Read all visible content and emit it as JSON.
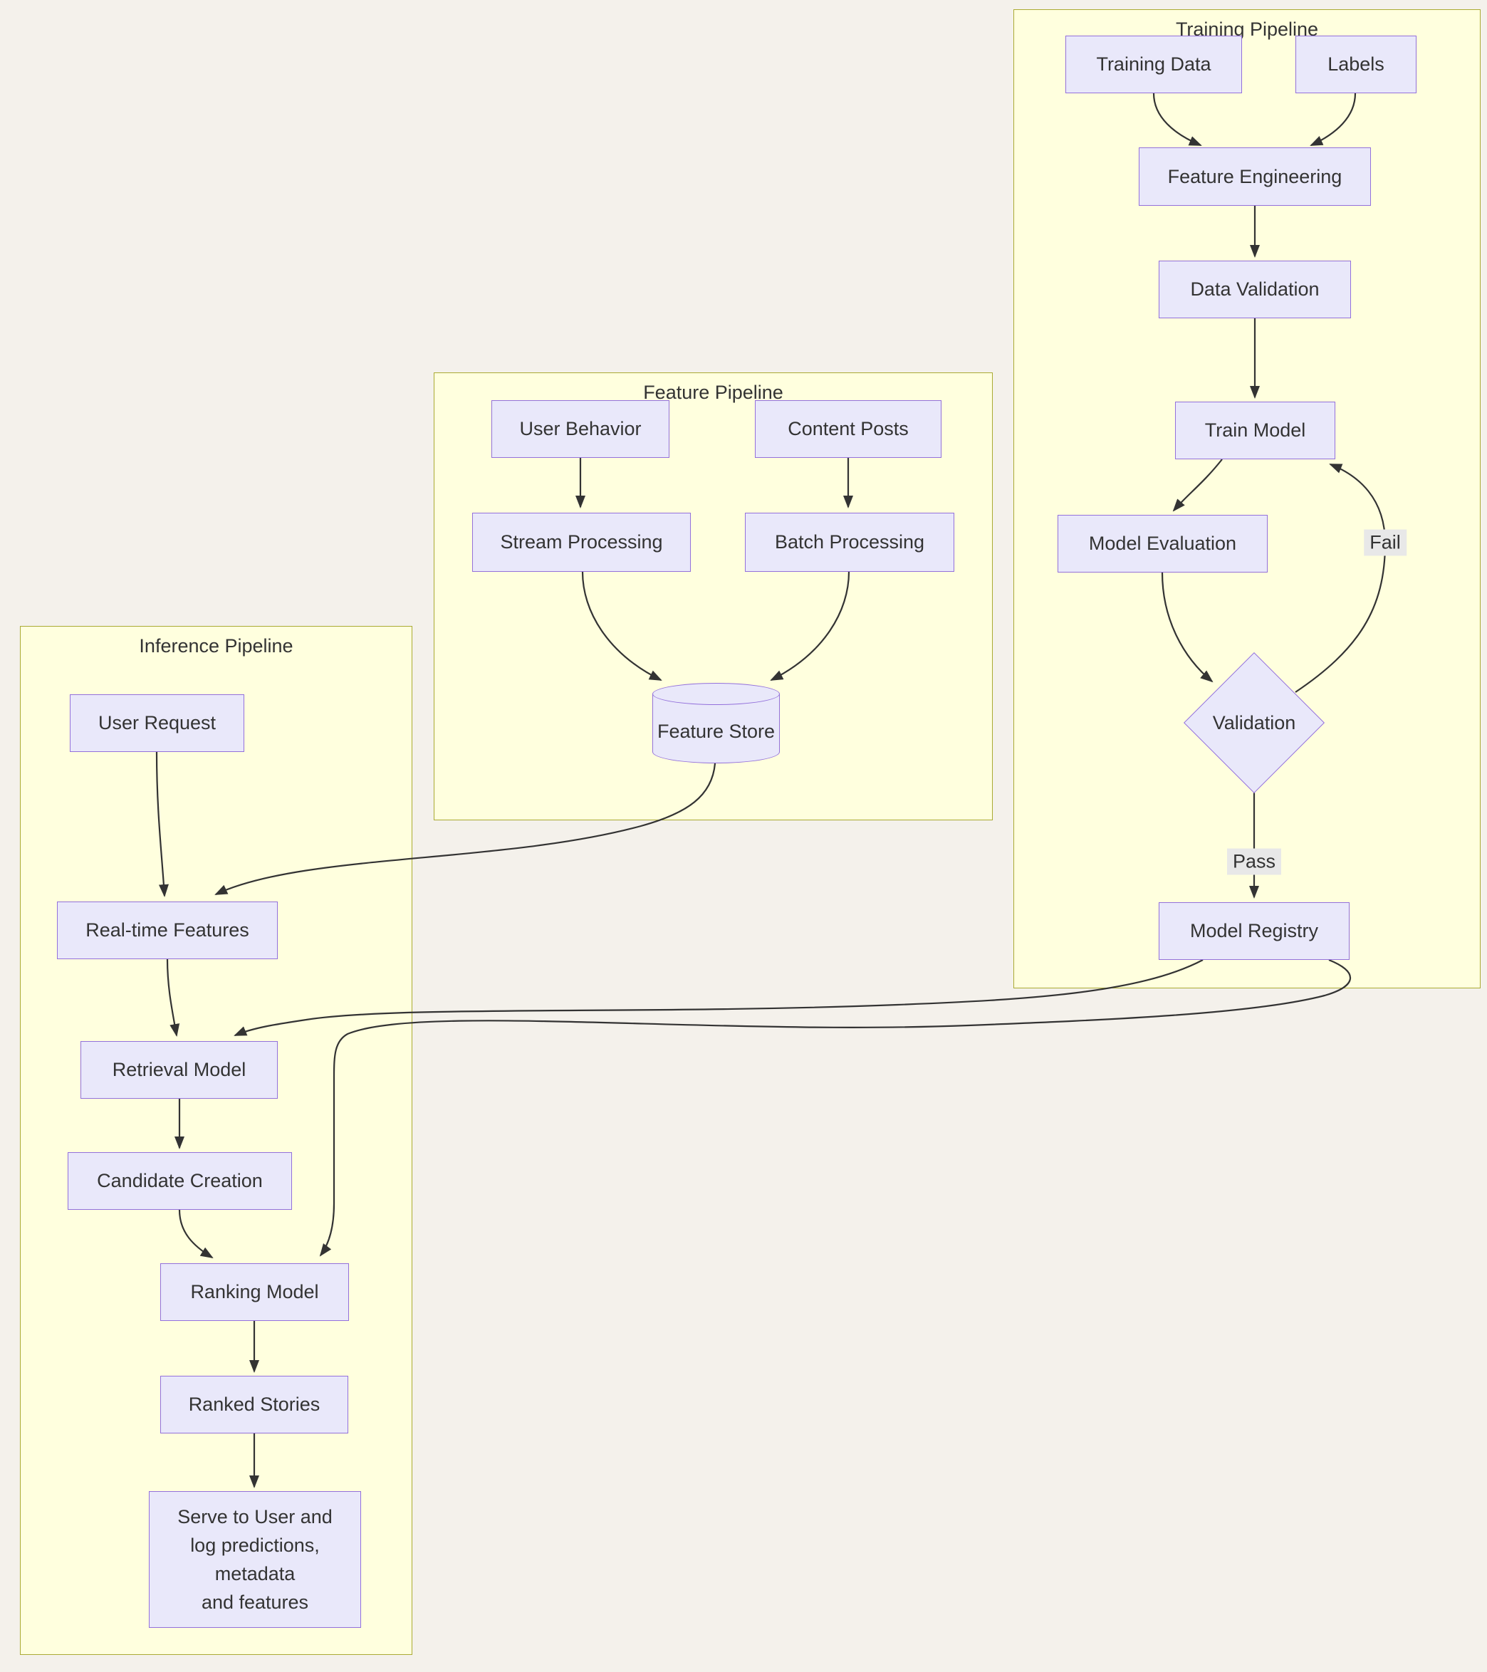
{
  "diagram": {
    "clusters": {
      "training": {
        "title": "Training Pipeline"
      },
      "feature": {
        "title": "Feature Pipeline"
      },
      "inference": {
        "title": "Inference Pipeline"
      }
    },
    "nodes": {
      "training_data": {
        "label": "Training Data"
      },
      "labels": {
        "label": "Labels"
      },
      "feature_engineering": {
        "label": "Feature Engineering"
      },
      "data_validation": {
        "label": "Data Validation"
      },
      "train_model": {
        "label": "Train Model"
      },
      "model_evaluation": {
        "label": "Model Evaluation"
      },
      "validation": {
        "label": "Validation"
      },
      "model_registry": {
        "label": "Model Registry"
      },
      "user_behavior": {
        "label": "User Behavior"
      },
      "content_posts": {
        "label": "Content Posts"
      },
      "stream_processing": {
        "label": "Stream Processing"
      },
      "batch_processing": {
        "label": "Batch Processing"
      },
      "feature_store": {
        "label": "Feature Store"
      },
      "user_request": {
        "label": "User Request"
      },
      "real_time_features": {
        "label": "Real-time Features"
      },
      "retrieval_model": {
        "label": "Retrieval Model"
      },
      "candidate_creation": {
        "label": "Candidate Creation"
      },
      "ranking_model": {
        "label": "Ranking Model"
      },
      "ranked_stories": {
        "label": "Ranked Stories"
      },
      "serve": {
        "lines": [
          "Serve to User and",
          "log predictions,",
          "metadata",
          "and features"
        ]
      }
    },
    "edge_labels": {
      "fail": "Fail",
      "pass": "Pass"
    },
    "colors": {
      "background": "#f4f1eb",
      "cluster_fill": "#ffffde",
      "cluster_border": "#aaaa33",
      "node_fill": "#e9e8fa",
      "node_border": "#9370DB",
      "edge": "#333333",
      "edge_label_bg": "#e8e8e8",
      "text": "#333333"
    }
  }
}
